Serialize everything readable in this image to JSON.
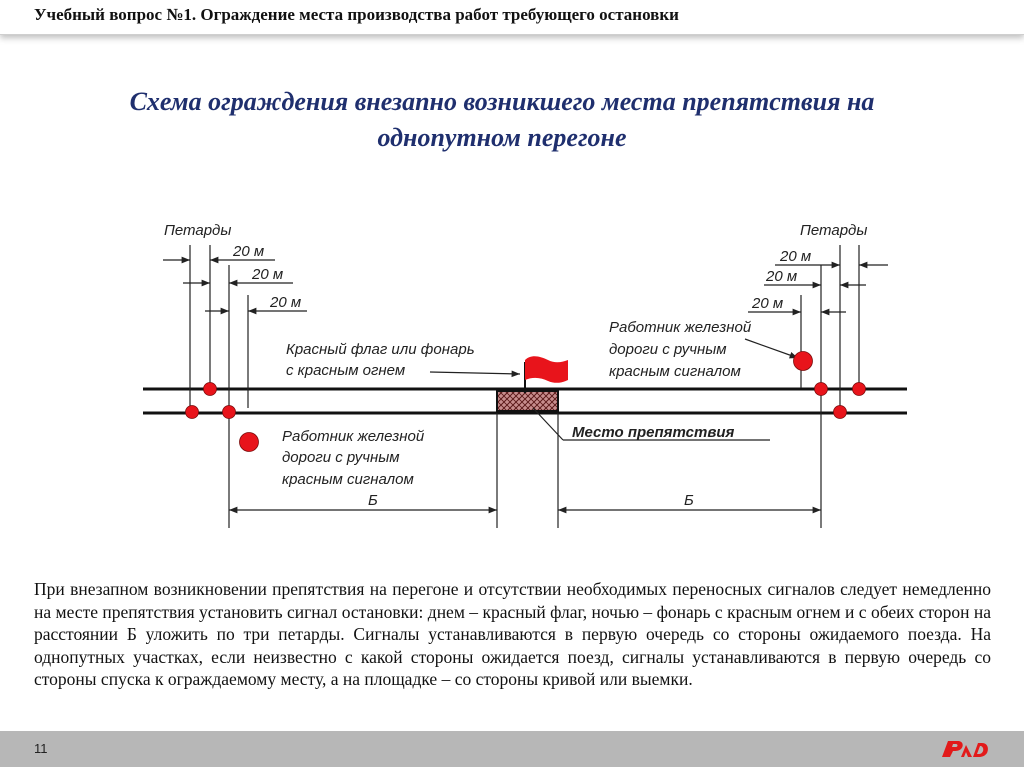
{
  "header": {
    "title": "Учебный вопрос №1. Ограждение места производства работ требующего остановки"
  },
  "slide": {
    "title_line1": "Схема ограждения  внезапно возникшего места препятствия на",
    "title_line2": "однопутном перегоне"
  },
  "diagram": {
    "labels": {
      "petards_left": "Петарды",
      "petards_right": "Петарды",
      "dist1_left": "20 м",
      "dist2_left": "20 м",
      "dist3_left": "20 м",
      "dist1_right": "20 м",
      "dist2_right": "20 м",
      "dist3_right": "20 м",
      "flag_line1": "Красный флаг или фонарь",
      "flag_line2": "с красным огнем",
      "worker_left_line1": "Работник железной",
      "worker_left_line2": "дороги с ручным",
      "worker_left_line3": "красным сигналом",
      "worker_right_line1": "Работник железной",
      "worker_right_line2": "дороги с ручным",
      "worker_right_line3": "красным сигналом",
      "obstacle": "Место  препятствия",
      "distance_left": "Б",
      "distance_right": "Б"
    },
    "colors": {
      "signal_red": "#e8141b",
      "rail": "#111111",
      "obstacle_fill": "#7a2b2b"
    }
  },
  "body": {
    "text": "При внезапном возникновении препятствия на перегоне и отсутствии необходимых переносных сигналов следует немедленно на месте препятствия установить сигнал остановки: днем – красный флаг, ночью – фонарь с красным огнем и с обеих сторон на расстоянии Б уложить по три петарды. Сигналы устанавливаются в первую очередь со стороны ожидаемого поезда. На однопутных участках, если неизвестно с какой стороны ожидается поезд, сигналы устанавливаются в первую очередь со стороны спуска к ограждаемому месту, а на площадке – со стороны кривой или выемки."
  },
  "footer": {
    "page_number": "11",
    "logo_icon": "rzd-logo-icon"
  }
}
